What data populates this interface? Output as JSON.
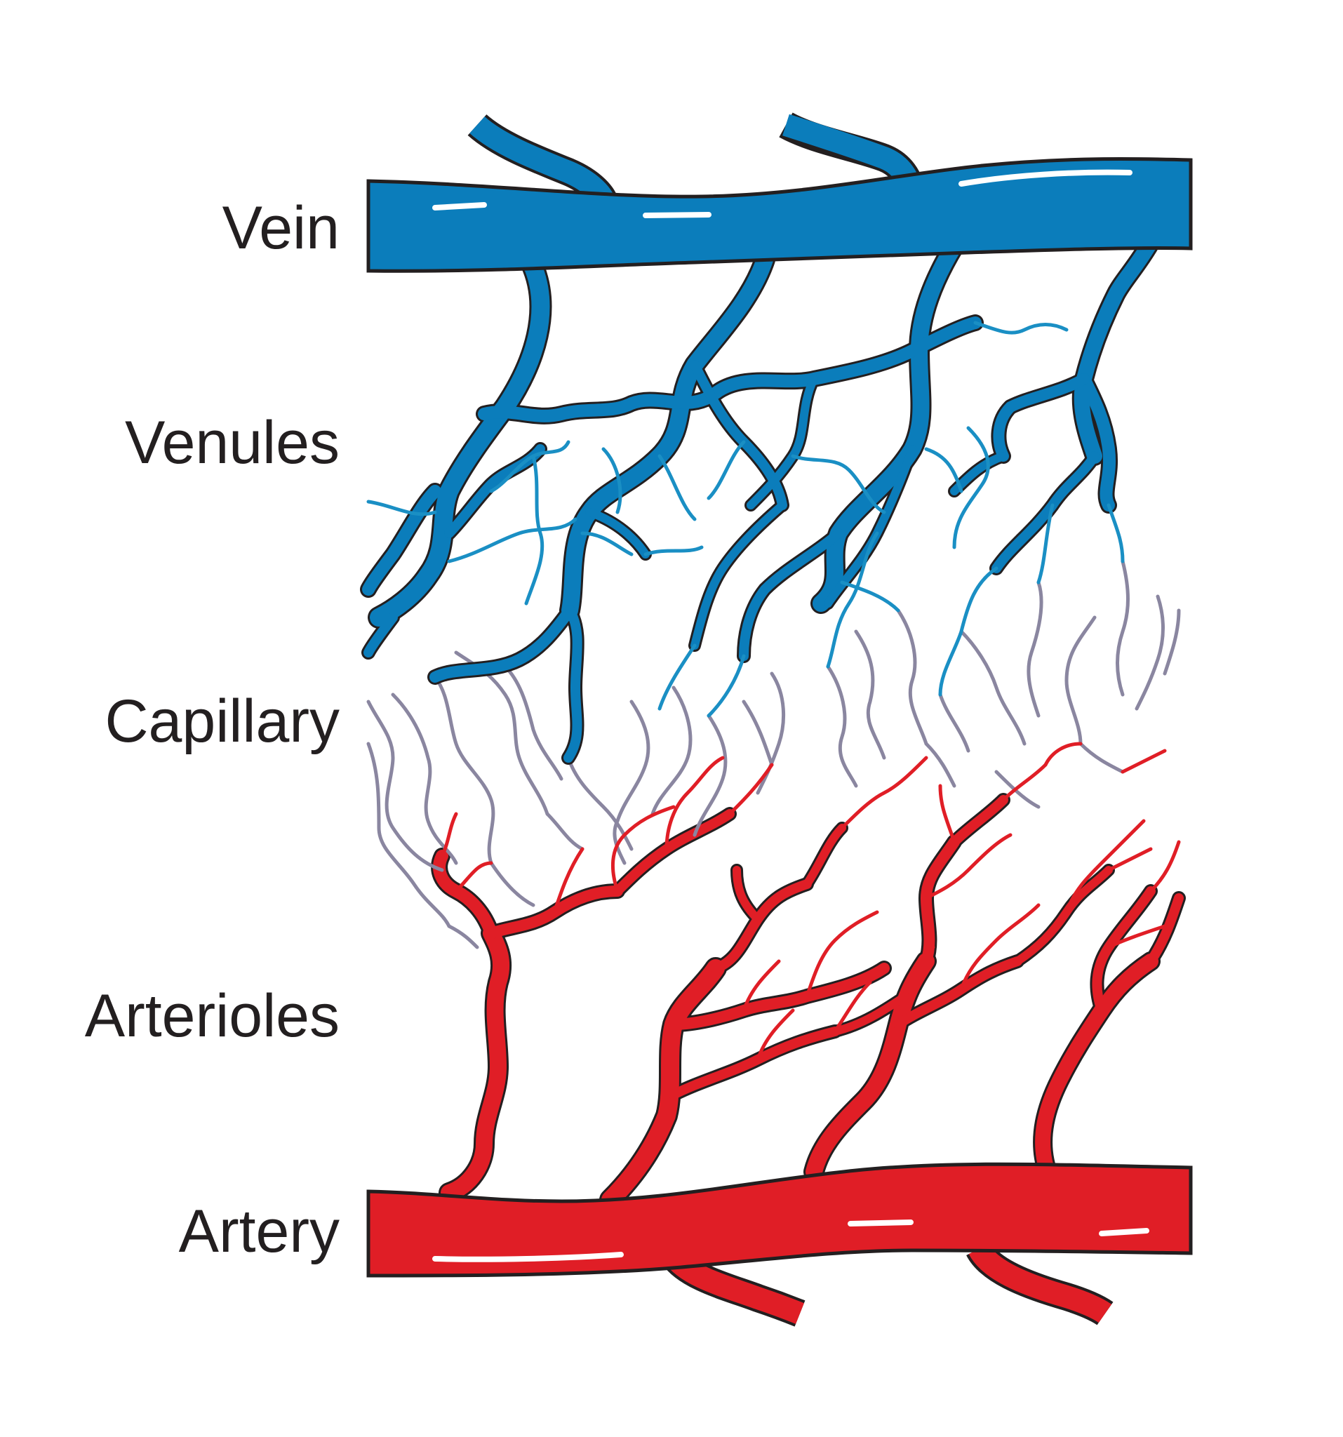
{
  "labels": {
    "vein": "Vein",
    "venules": "Venules",
    "capillary": "Capillary",
    "arterioles": "Arterioles",
    "artery": "Artery"
  },
  "colors": {
    "vein": "#0b7dbb",
    "venule_thin": "#1a8fc4",
    "capillary": "#8a86a0",
    "artery": "#e01e26",
    "outline": "#231f20",
    "highlight": "#ffffff",
    "background": "#ffffff"
  }
}
